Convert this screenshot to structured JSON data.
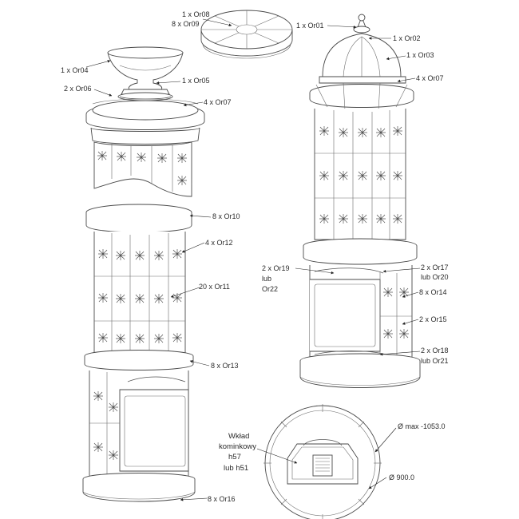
{
  "labels": {
    "or08": "1 x Or08",
    "or09": "8 x Or09",
    "or01": "1 x Or01",
    "or02": "1 x Or02",
    "or03": "1 x Or03",
    "or07_right": "4 x Or07",
    "or04": "1 x Or04",
    "or06": "2 x Or06",
    "or05": "1 x Or05",
    "or07_left": "4 x Or07",
    "or10": "8 x Or10",
    "or12": "4 x Or12",
    "or11": "20 x Or11",
    "or13": "8 x Or13",
    "or16": "8 x Or16",
    "or19_a": "2 x Or19",
    "or19_b": "lub",
    "or19_c": "Or22",
    "or17_a": "2 x Or17",
    "or17_b": "lub Or20",
    "or14": "8 x Or14",
    "or15": "2 x Or15",
    "or18_a": "2 x Or18",
    "or18_b": "lub Or21",
    "insert_a": "Wkład",
    "insert_b": "kominkowy",
    "insert_c": "h57",
    "insert_d": "lub h51",
    "dia_max": "Ø max -1053.0",
    "dia_900": "Ø 900.0"
  },
  "colors": {
    "line": "#4a4a4a",
    "text": "#2b2b2b",
    "background": "#ffffff"
  },
  "icons": [
    "leader-arrow",
    "tile-ornament"
  ]
}
